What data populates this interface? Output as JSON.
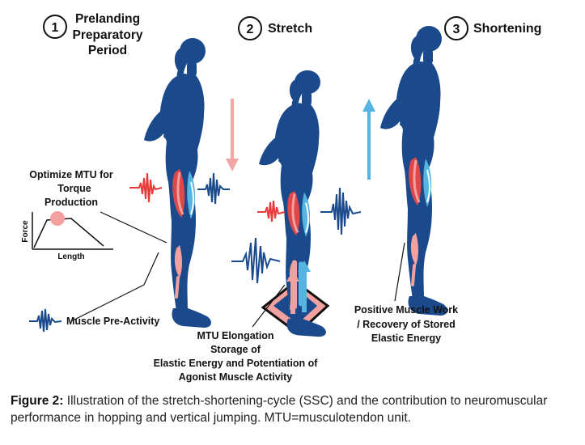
{
  "colors": {
    "figure_blue": "#1a4a8c",
    "muscle_red": "#e04848",
    "muscle_pink": "#f2a0a0",
    "tendon_blue": "#56b4e0",
    "emg_red": "#e83a3a",
    "emg_blue": "#1a4a8c",
    "arrow_down": "#f4a6a6",
    "arrow_up": "#56b4e0"
  },
  "phases": [
    {
      "number": "1",
      "title": "Prelanding Preparatory Period"
    },
    {
      "number": "2",
      "title": "Stretch"
    },
    {
      "number": "3",
      "title": "Shortening"
    }
  ],
  "annotations": {
    "optimize": "Optimize MTU for Torque Production",
    "pre_activity": "Muscle Pre-Activity",
    "elongation": "MTU Elongation Storage of Elastic Energy and Potentiation of Agonist Muscle Activity",
    "positive_work": "Positive Muscle Work / Recovery of Stored Elastic Energy"
  },
  "inset_chart": {
    "ylabel": "Force",
    "xlabel": "Length"
  },
  "caption": {
    "label": "Figure 2:",
    "text": "Illustration of the stretch-shortening-cycle (SSC) and the contribution to neuromuscular performance in hopping and vertical jumping. MTU=musculotendon unit."
  }
}
